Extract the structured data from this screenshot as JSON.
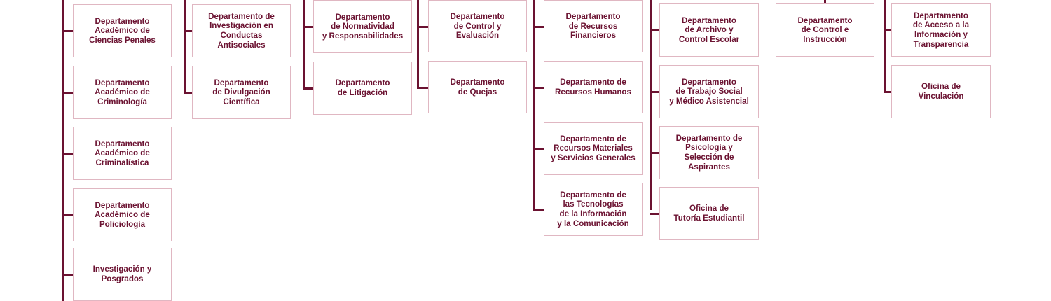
{
  "colors": {
    "line": "#6b1231",
    "text": "#6b1231",
    "box_border": "#e0b7c2",
    "background": "#ffffff"
  },
  "columns": [
    {
      "boxes": [
        "Departamento\nAcadémico de\nCiencias Penales",
        "Departamento\nAcadémico de\nCriminología",
        "Departamento\nAcadémico de\nCriminalística",
        "Departamento\nAcadémico de\nPoliciología",
        "Investigación y\nPosgrados"
      ]
    },
    {
      "boxes": [
        "Departamento de\nInvestigación en\nConductas\nAntisociales",
        "Departamento\nde Divulgación\nCientífica"
      ]
    },
    {
      "boxes": [
        "Departamento\nde Normatividad\ny Responsabilidades",
        "Departamento\nde Litigación"
      ]
    },
    {
      "boxes": [
        "Departamento\nde Control y\nEvaluación",
        "Departamento\nde Quejas"
      ]
    },
    {
      "boxes": [
        "Departamento\nde Recursos\nFinancieros",
        "Departamento de\nRecursos Humanos",
        "Departamento de\nRecursos Materiales\ny Servicios Generales",
        "Departamento de\nlas Tecnologías\nde la Información\ny la Comunicación"
      ]
    },
    {
      "boxes": [
        "Departamento\nde Archivo y\nControl Escolar",
        "Departamento\nde Trabajo Social\ny Médico Asistencial",
        "Departamento de\nPsicología y\nSelección de\nAspirantes",
        "Oficina de\nTutoría Estudiantil"
      ]
    },
    {
      "boxes": [
        "Departamento\nde Control e\nInstrucción"
      ]
    },
    {
      "boxes": [
        "Departamento\nde Acceso a la\nInformación y\nTransparencia",
        "Oficina de\nVinculación"
      ]
    }
  ]
}
